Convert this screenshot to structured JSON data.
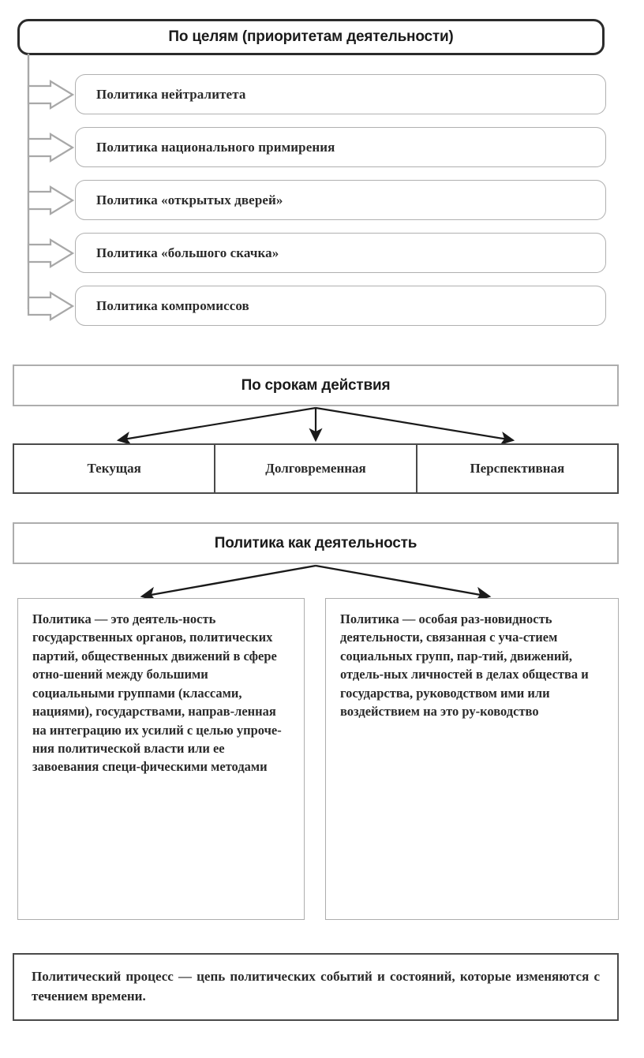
{
  "section_goals": {
    "header": "По целям (приоритетам деятельности)",
    "items": [
      {
        "label": "Политика нейтралитета"
      },
      {
        "label": "Политика национального примирения"
      },
      {
        "label": "Политика «открытых дверей»"
      },
      {
        "label": "Политика «большого скачка»"
      },
      {
        "label": "Политика компромиссов"
      }
    ]
  },
  "section_terms": {
    "header": "По срокам действия",
    "cells": [
      {
        "label": "Текущая"
      },
      {
        "label": "Долговременная"
      },
      {
        "label": "Перспективная"
      }
    ]
  },
  "section_activity": {
    "header": "Политика как деятельность",
    "definitions": [
      {
        "term": "Политика",
        "text": " — это деятель-ность государственных органов, политических партий, общественных движений в сфере отно-шений между большими социальными группами (классами, нациями), государствами, направ-ленная на интеграцию их усилий с целью упроче-ния политической власти или ее завоевания специ-фическими методами"
      },
      {
        "term": "Политика",
        "text": " — особая раз-новидность деятельности, связанная с уча-стием социальных групп, пар-тий, движений, отдель-ных личностей в делах общества и государства, руководством ими или воздействием на это ру-ководство"
      }
    ]
  },
  "section_process": {
    "term": "Политический процесс",
    "text": " — цепь политических событий и состояний, которые изменяются с течением времени."
  },
  "colors": {
    "header_border_dark": "#2b2b2b",
    "box_border_light": "#adadad",
    "table_border": "#4a4a4a",
    "connector_gray": "#a8a8a8",
    "arrow_black": "#1a1a1a",
    "text": "#2a2a2a",
    "background": "#ffffff"
  }
}
